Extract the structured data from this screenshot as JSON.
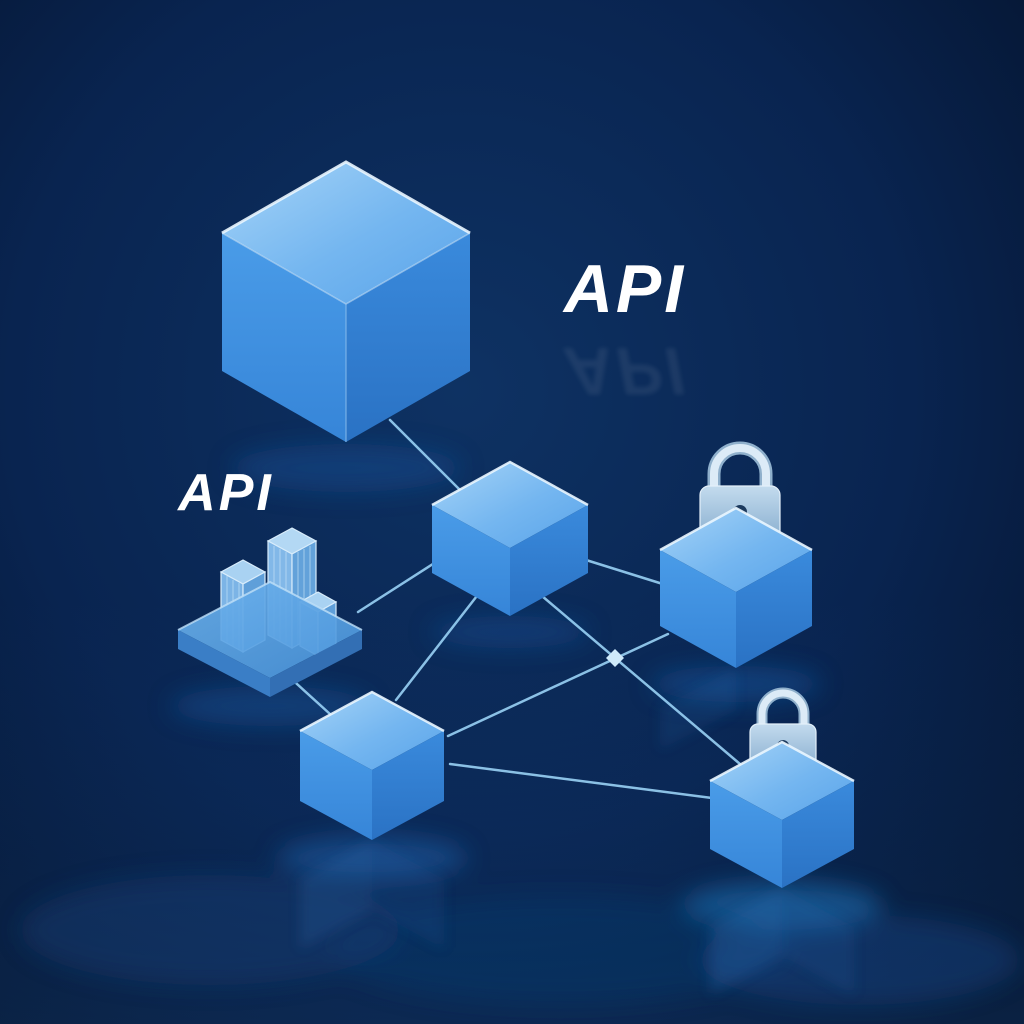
{
  "title": "API network 3D illustration",
  "labels": {
    "api_primary": "API",
    "api_secondary": "API"
  },
  "palette": {
    "background_center": "#0d2f5e",
    "background_edge": "#04122a",
    "cube_top": "#7fbdf2",
    "cube_left": "#3f94e4",
    "cube_right": "#2e7ccd",
    "edge_highlight": "#eaf6ff",
    "connector_line": "#9ad2f6",
    "lock_metal": "#c4d9ea",
    "lock_keyhole": "#1c3a5e",
    "text": "#ffffff"
  },
  "diagram": {
    "nodes": [
      {
        "id": "cube-large",
        "kind": "cube"
      },
      {
        "id": "cube-center",
        "kind": "cube"
      },
      {
        "id": "platform-city",
        "kind": "platform-with-buildings"
      },
      {
        "id": "cube-lock-right",
        "kind": "cube-with-padlock"
      },
      {
        "id": "cube-bottom",
        "kind": "cube"
      },
      {
        "id": "cube-lock-bottom-right",
        "kind": "cube-with-padlock"
      }
    ],
    "edges": [
      [
        "cube-large",
        "cube-center"
      ],
      [
        "cube-center",
        "platform-city"
      ],
      [
        "cube-center",
        "cube-lock-right"
      ],
      [
        "cube-center",
        "cube-bottom"
      ],
      [
        "cube-center",
        "cube-lock-bottom-right"
      ],
      [
        "cube-lock-right",
        "cube-bottom"
      ],
      [
        "platform-city",
        "cube-bottom"
      ],
      [
        "cube-bottom",
        "cube-lock-bottom-right"
      ]
    ]
  }
}
